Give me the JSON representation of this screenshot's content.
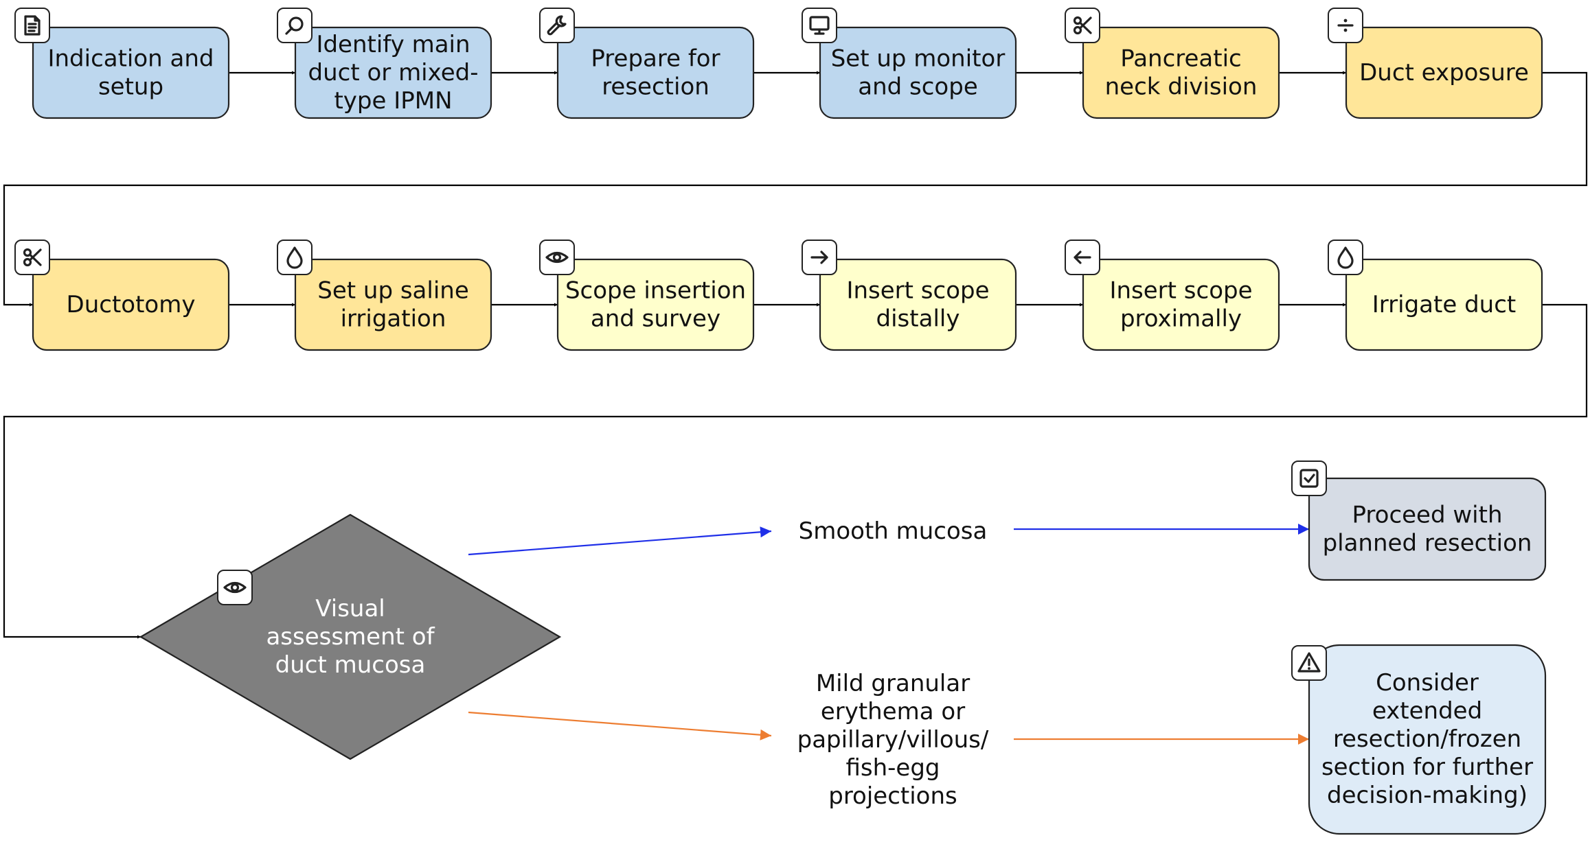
{
  "colors": {
    "blue": "#BDD7EE",
    "orange": "#FFE699",
    "yellow": "#FFFFCC",
    "gray_box": "#D6DCE5",
    "light_blue": "#DEEBF7",
    "diamond": "#7F7F7F",
    "connector": "#000000",
    "branch_smooth": "#1F2FE8",
    "branch_granular": "#ED7D31"
  },
  "steps": [
    {
      "lines": [
        "Indication and",
        "setup"
      ],
      "icon": "document-icon",
      "color": "blue"
    },
    {
      "lines": [
        "Identify main",
        "duct or mixed-",
        "type IPMN"
      ],
      "icon": "search-icon",
      "color": "blue"
    },
    {
      "lines": [
        "Prepare for",
        "resection"
      ],
      "icon": "wrench-icon",
      "color": "blue"
    },
    {
      "lines": [
        "Set up monitor",
        "and scope"
      ],
      "icon": "monitor-icon",
      "color": "blue"
    },
    {
      "lines": [
        "Pancreatic",
        "neck division"
      ],
      "icon": "scissors-icon",
      "color": "orange"
    },
    {
      "lines": [
        "Duct exposure"
      ],
      "icon": "divide-icon",
      "color": "orange"
    },
    {
      "lines": [
        "Ductotomy"
      ],
      "icon": "scissors-icon",
      "color": "orange"
    },
    {
      "lines": [
        "Set up saline",
        "irrigation"
      ],
      "icon": "droplet-icon",
      "color": "orange"
    },
    {
      "lines": [
        "Scope insertion",
        "and survey"
      ],
      "icon": "eye-icon",
      "color": "yellow"
    },
    {
      "lines": [
        "Insert scope",
        "distally"
      ],
      "icon": "arrow-right-icon",
      "color": "yellow"
    },
    {
      "lines": [
        "Insert scope",
        "proximally"
      ],
      "icon": "arrow-left-icon",
      "color": "yellow"
    },
    {
      "lines": [
        "Irrigate duct"
      ],
      "icon": "droplet-icon",
      "color": "yellow"
    }
  ],
  "decision": {
    "lines": [
      "Visual",
      "assessment of",
      "duct mucosa"
    ],
    "icon": "eye-icon"
  },
  "branches": [
    {
      "label_lines": [
        "Smooth mucosa"
      ],
      "color": "branch_smooth",
      "outcome": {
        "lines": [
          "Proceed with",
          "planned resection"
        ],
        "icon": "check-square-icon",
        "color": "gray_box"
      }
    },
    {
      "label_lines": [
        "Mild granular",
        "erythema or",
        "papillary/villous/",
        "fish-egg",
        "projections"
      ],
      "color": "branch_granular",
      "outcome": {
        "lines": [
          "Consider",
          "extended",
          "resection/frozen",
          "section for further",
          "decision-making)"
        ],
        "icon": "warning-icon",
        "color": "light_blue"
      }
    }
  ]
}
